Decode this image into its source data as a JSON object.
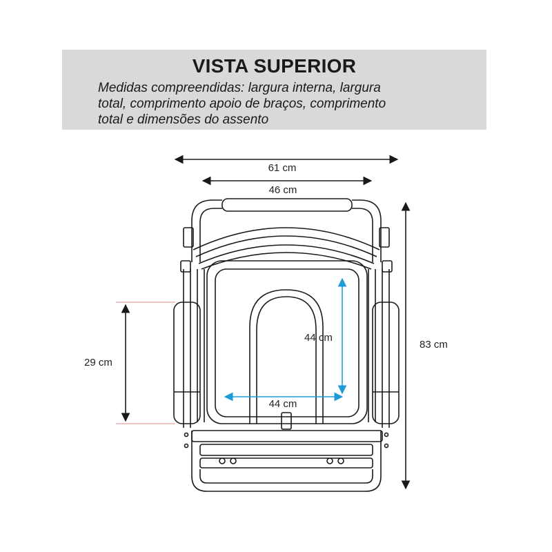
{
  "header": {
    "title": "VISTA SUPERIOR",
    "subtitle_lines": [
      "Medidas compreendidas: largura interna, largura",
      "total, comprimento apoio de braços, comprimento",
      "total e dimensões do assento"
    ]
  },
  "dimensions": {
    "total_width": "61 cm",
    "internal_width": "46 cm",
    "total_length": "83 cm",
    "armrest_length": "29 cm",
    "seat_depth": "44 cm",
    "seat_width": "44 cm"
  },
  "colors": {
    "line": "#1a1a1a",
    "seat_arrow": "#1e9bd7",
    "armrest_guide": "#e58a8a",
    "header_bg": "#d9d9d9"
  }
}
